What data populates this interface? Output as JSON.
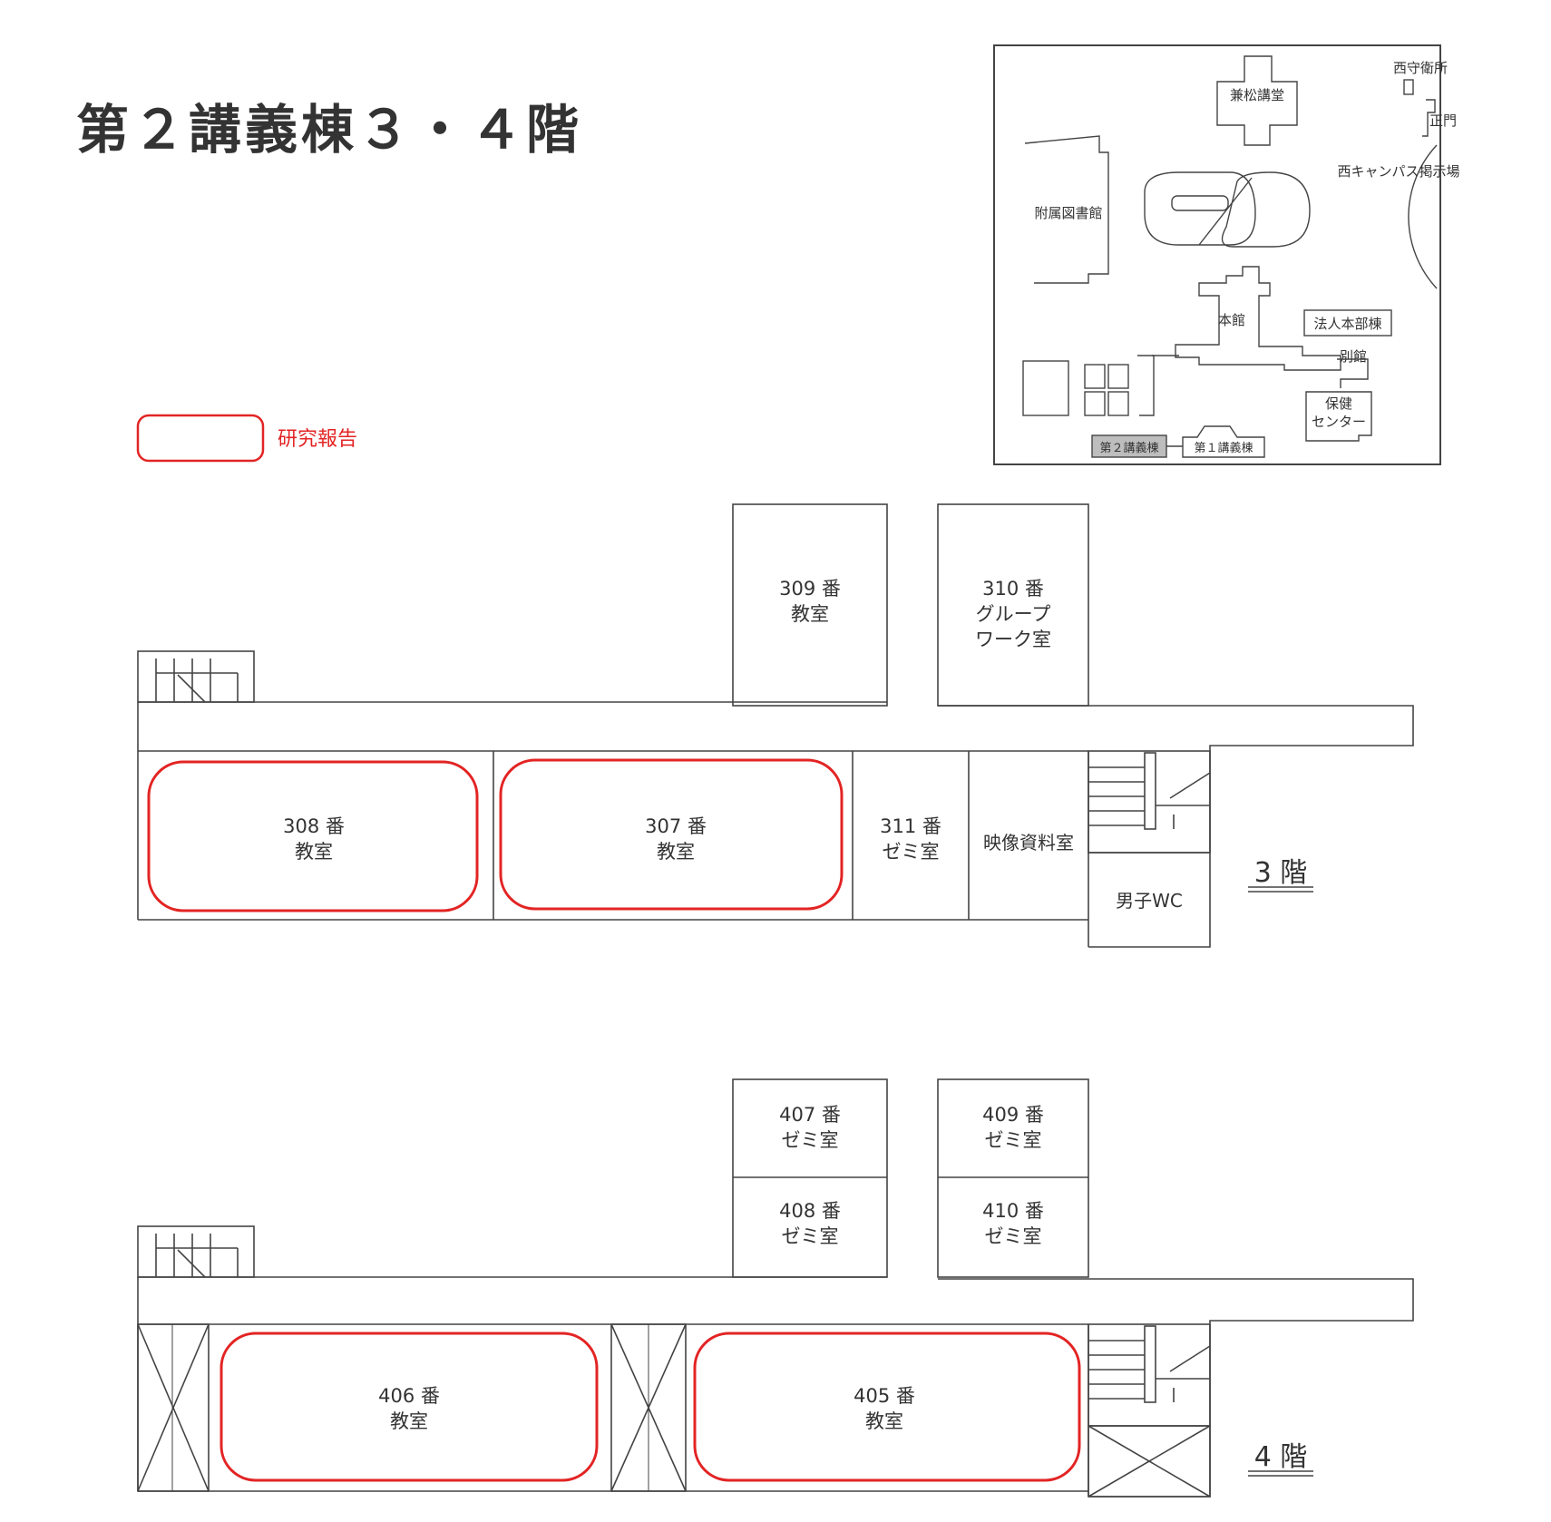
{
  "title": "第２講義棟３・４階",
  "legend": {
    "label": "研究報告",
    "color": "#e32424"
  },
  "floor3": {
    "label": "3 階",
    "rooms": [
      {
        "id": "r309",
        "lines": [
          "309 番",
          "教室"
        ]
      },
      {
        "id": "r310",
        "lines": [
          "310 番",
          "グループ",
          "ワーク室"
        ]
      },
      {
        "id": "r308",
        "lines": [
          "308 番",
          "教室"
        ],
        "highlighted": true
      },
      {
        "id": "r307",
        "lines": [
          "307 番",
          "教室"
        ],
        "highlighted": true
      },
      {
        "id": "r311",
        "lines": [
          "311 番",
          "ゼミ室"
        ]
      },
      {
        "id": "r-av",
        "lines": [
          "映像資料室"
        ]
      },
      {
        "id": "r-wc",
        "lines": [
          "男子WC"
        ]
      }
    ]
  },
  "floor4": {
    "label": "4 階",
    "rooms": [
      {
        "id": "r407",
        "lines": [
          "407 番",
          "ゼミ室"
        ]
      },
      {
        "id": "r409",
        "lines": [
          "409 番",
          "ゼミ室"
        ]
      },
      {
        "id": "r408",
        "lines": [
          "408 番",
          "ゼミ室"
        ]
      },
      {
        "id": "r410",
        "lines": [
          "410 番",
          "ゼミ室"
        ]
      },
      {
        "id": "r406",
        "lines": [
          "406 番",
          "教室"
        ],
        "highlighted": true
      },
      {
        "id": "r405",
        "lines": [
          "405 番",
          "教室"
        ],
        "highlighted": true
      }
    ]
  },
  "campus_map": {
    "labels": {
      "nishi_guard": "西守衛所",
      "seimon": "正門",
      "kenshou": "兼松講堂",
      "keijiba": "西キャンパス掲示場",
      "library": "附属図書館",
      "honkan": "本館",
      "hojin": "法人本部棟",
      "bekkan": "別館",
      "hoken1": "保健",
      "hoken2": "センター",
      "kogi2": "第２講義棟",
      "kogi1": "第１講義棟"
    }
  },
  "colors": {
    "highlight": "#e32424",
    "line": "#444444"
  }
}
